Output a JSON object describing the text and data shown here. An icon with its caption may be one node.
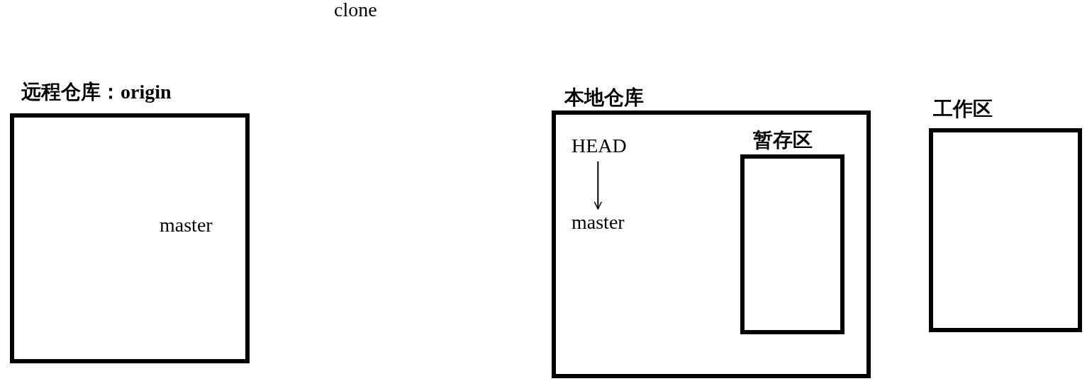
{
  "diagram": {
    "nodes": [
      {
        "text": [
          "远程仓库：origin"
        ]
      },
      {
        "text": [
          "本地仓库"
        ]
      },
      {
        "text": [
          "HEAD"
        ],
        "in": 1
      },
      {
        "text": [
          "master"
        ],
        "in": 1
      },
      {
        "text": [
          "暂存区"
        ],
        "in": 1
      },
      {
        "text": [
          "工作区"
        ]
      }
    ],
    "edges": [
      {
        "from": 2,
        "to": 3,
        "arrow": "to"
      }
    ],
    "labels": [
      "clone",
      "master"
    ]
  }
}
